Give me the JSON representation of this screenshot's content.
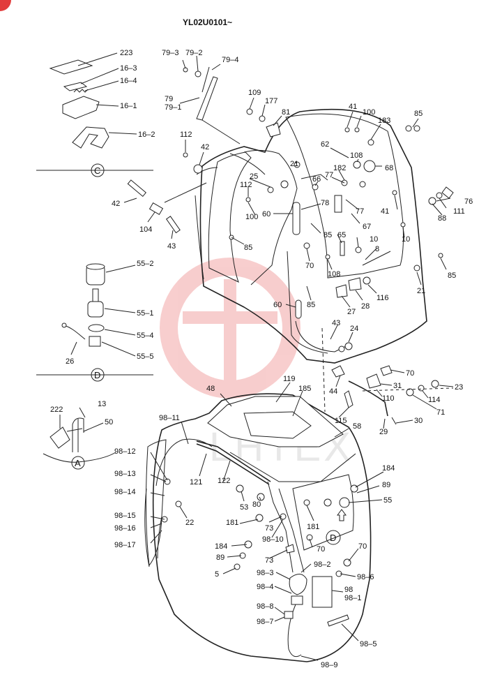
{
  "header": {
    "code": "YL02U0101~"
  },
  "watermark": {
    "text": "LHTEX",
    "color": "#e23c3c"
  },
  "sections": {
    "C": "C",
    "D": "D",
    "A": "A",
    "D_main": "D"
  },
  "labels": {
    "l223": "223",
    "l16_3": "16–3",
    "l16_4": "16–4",
    "l16_1": "16–1",
    "l16_2": "16–2",
    "l79_3": "79–3",
    "l79_2": "79–2",
    "l79_4": "79–4",
    "l79": "79",
    "l79_1": "79–1",
    "l109": "109",
    "l177": "177",
    "l81": "81",
    "l41a": "41",
    "l100a": "100",
    "l183": "183",
    "l85a": "85",
    "l112a": "112",
    "l42a": "42",
    "l62": "62",
    "l108a": "108",
    "l182": "182",
    "l68": "68",
    "l21a": "21",
    "l25": "25",
    "l112b": "112",
    "l66": "66",
    "l77a": "77",
    "l76": "76",
    "l41b": "41",
    "l111": "111",
    "l88": "88",
    "l100b": "100",
    "l78": "78",
    "l77b": "77",
    "l67": "67",
    "l60a": "60",
    "l85b": "85",
    "l85c": "85",
    "l65": "65",
    "l10a": "10",
    "l10b": "10",
    "l8": "8",
    "l70a": "70",
    "l108b": "108",
    "l85d": "85",
    "l21b": "21",
    "l116": "116",
    "l28": "28",
    "l27": "27",
    "l60b": "60",
    "l85e": "85",
    "l43a": "43",
    "l24": "24",
    "l42b": "42",
    "l104": "104",
    "l43b": "43",
    "l55_2": "55–2",
    "l55_1": "55–1",
    "l55_4": "55–4",
    "l55_5": "55–5",
    "l26": "26",
    "l70b": "70",
    "l31": "31",
    "l23": "23",
    "l44": "44",
    "l110": "110",
    "l114": "114",
    "l71": "71",
    "l115": "115",
    "l30": "30",
    "l29": "29",
    "l222": "222",
    "l13": "13",
    "l50": "50",
    "l48": "48",
    "l119": "119",
    "l185": "185",
    "l98_11": "98–11",
    "l58": "58",
    "l98_12": "98–12",
    "l98_13": "98–13",
    "l98_14": "98–14",
    "l121": "121",
    "l122": "122",
    "l184a": "184",
    "l89a": "89",
    "l55": "55",
    "l53": "53",
    "l80": "80",
    "l98_15": "98–15",
    "l22": "22",
    "l98_16": "98–16",
    "l98_17": "98–17",
    "l181a": "181",
    "l73a": "73",
    "l181b": "181",
    "l98_10": "98–10",
    "l70c": "70",
    "l184b": "184",
    "l89b": "89",
    "l73b": "73",
    "l70d": "70",
    "l5": "5",
    "l98_2": "98–2",
    "l98_3": "98–3",
    "l98_6": "98–6",
    "l98_4": "98–4",
    "l98": "98",
    "l98_1": "98–1",
    "l98_8": "98–8",
    "l98_7": "98–7",
    "l98_5": "98–5",
    "l98_9": "98–9"
  }
}
